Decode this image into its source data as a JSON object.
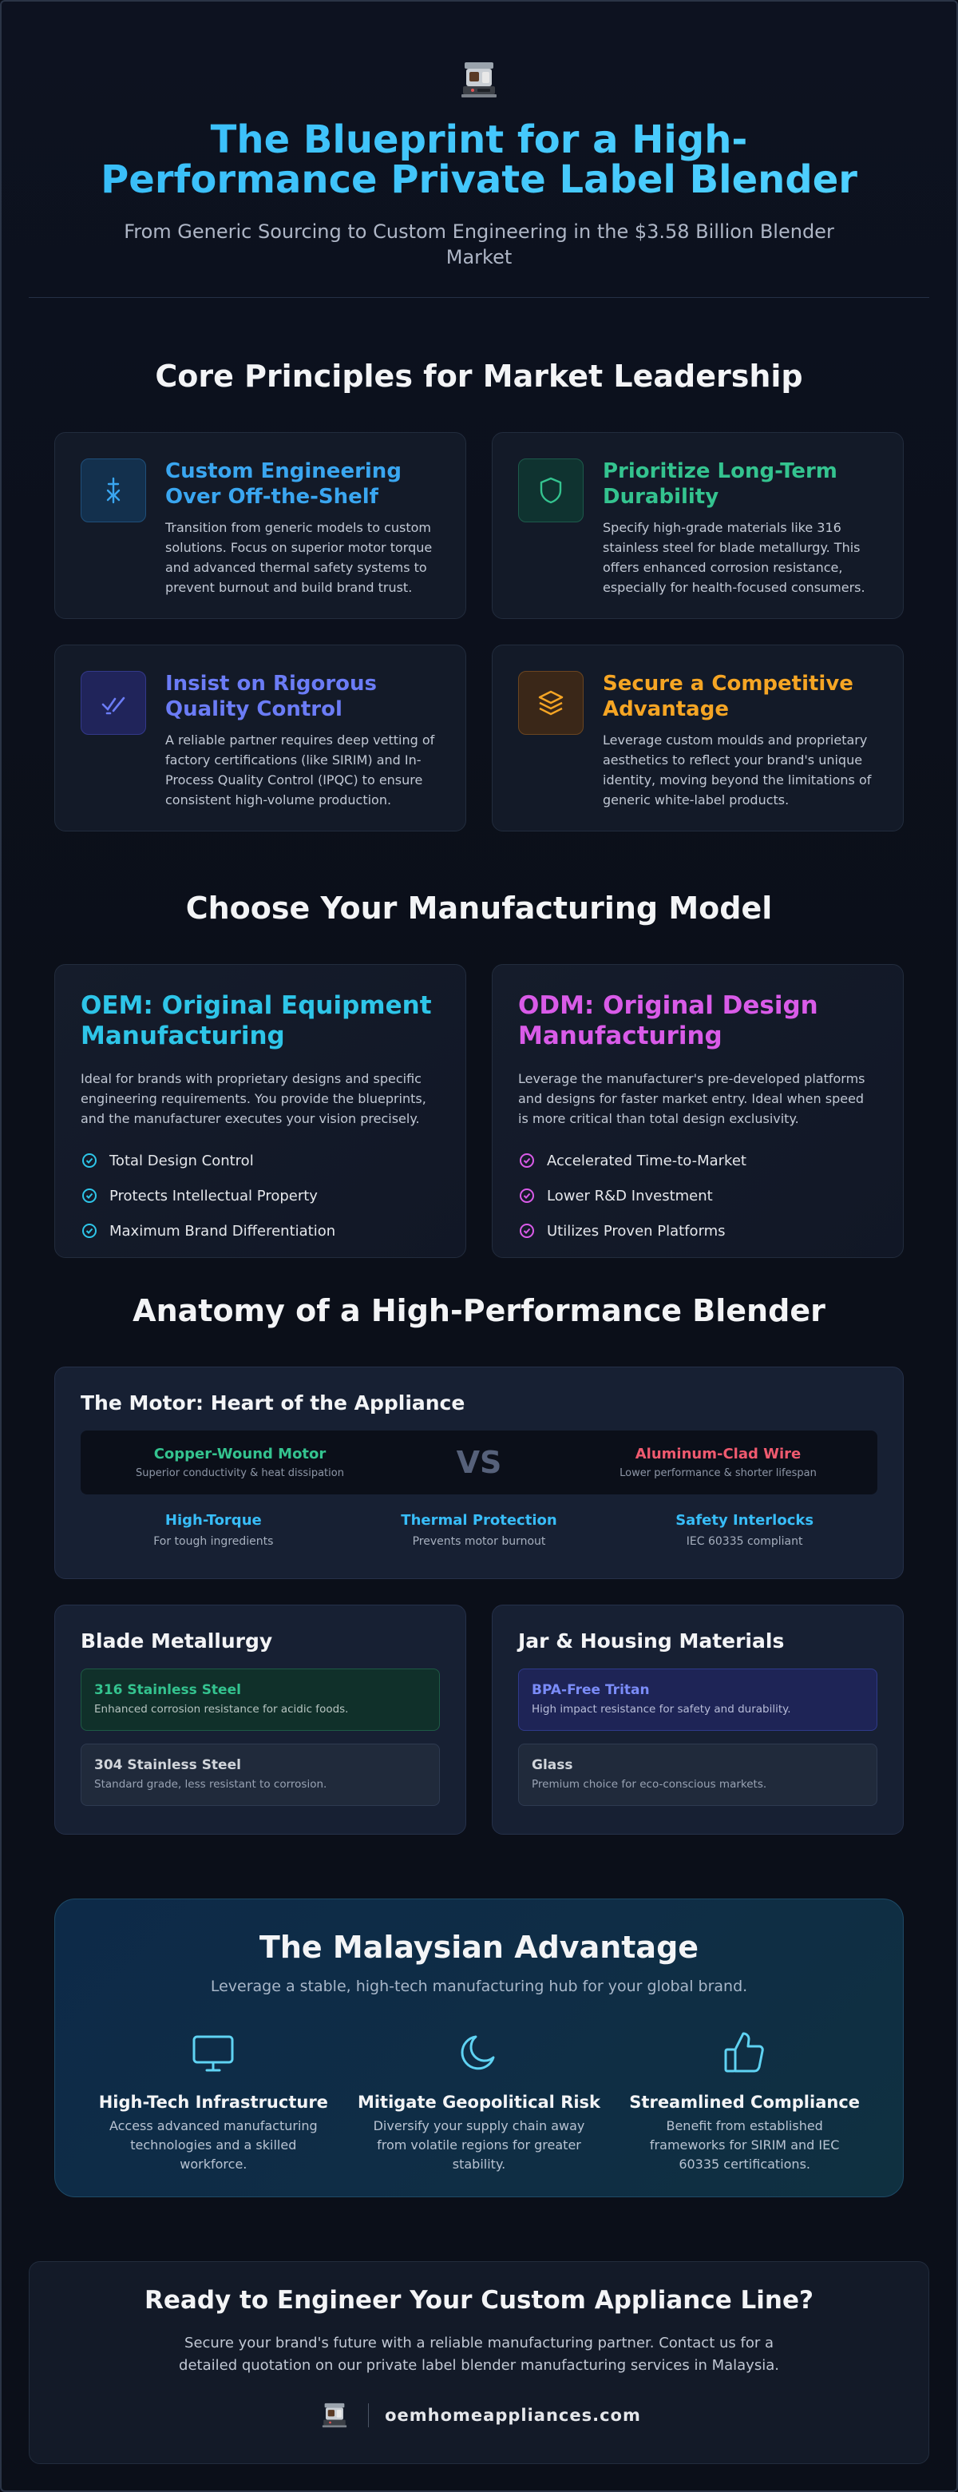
{
  "hero": {
    "title": "The Blueprint for a High-Performance Private Label Blender",
    "subtitle": "From Generic Sourcing to Custom Engineering in the $3.58 Billion Blender Market"
  },
  "principles": {
    "title": "Core Principles for Market Leadership",
    "cards": [
      {
        "title": "Custom Engineering Over Off-the-Shelf",
        "text": "Transition from generic models to custom solutions. Focus on superior motor torque and advanced thermal safety systems to prevent burnout and build brand trust.",
        "color": "#3aa6f0",
        "icon": "engineering-icon"
      },
      {
        "title": "Prioritize Long-Term Durability",
        "text": "Specify high-grade materials like 316 stainless steel for blade metallurgy. This offers enhanced corrosion resistance, especially for health-focused consumers.",
        "color": "#34c38f",
        "icon": "shield-icon"
      },
      {
        "title": "Insist on Rigorous Quality Control",
        "text": "A reliable partner requires deep vetting of factory certifications (like SIRIM) and In-Process Quality Control (IPQC) to ensure consistent high-volume production.",
        "color": "#6b7cf6",
        "icon": "check-pen-icon"
      },
      {
        "title": "Secure a Competitive Advantage",
        "text": "Leverage custom moulds and proprietary aesthetics to reflect your brand's unique identity, moving beyond the limitations of generic white-label products.",
        "color": "#f5a524",
        "icon": "layers-icon"
      }
    ]
  },
  "models": {
    "title": "Choose Your Manufacturing Model",
    "oem": {
      "title": "OEM: Original Equipment Manufacturing",
      "text": "Ideal for brands with proprietary designs and specific engineering requirements. You provide the blueprints, and the manufacturer executes your vision precisely.",
      "color": "#2ec5e8",
      "items": [
        "Total Design Control",
        "Protects Intellectual Property",
        "Maximum Brand Differentiation"
      ]
    },
    "odm": {
      "title": "ODM: Original Design Manufacturing",
      "text": "Leverage the manufacturer's pre-developed platforms and designs for faster market entry. Ideal when speed is more critical than total design exclusivity.",
      "color": "#d95be8",
      "items": [
        "Accelerated Time-to-Market",
        "Lower R&D Investment",
        "Utilizes Proven Platforms"
      ]
    }
  },
  "anatomy": {
    "title": "Anatomy of a High-Performance Blender",
    "motor": {
      "title": "The Motor: Heart of the Appliance",
      "left": {
        "title": "Copper-Wound Motor",
        "text": "Superior conductivity & heat dissipation"
      },
      "vs": "VS",
      "right": {
        "title": "Aluminum-Clad Wire",
        "text": "Lower performance & shorter lifespan"
      },
      "features": [
        {
          "title": "High-Torque",
          "text": "For tough ingredients"
        },
        {
          "title": "Thermal Protection",
          "text": "Prevents motor burnout"
        },
        {
          "title": "Safety Interlocks",
          "text": "IEC 60335 compliant"
        }
      ]
    },
    "blade": {
      "title": "Blade Metallurgy",
      "options": [
        {
          "title": "316 Stainless Steel",
          "text": "Enhanced corrosion resistance for acidic foods."
        },
        {
          "title": "304 Stainless Steel",
          "text": "Standard grade, less resistant to corrosion."
        }
      ]
    },
    "jar": {
      "title": "Jar & Housing Materials",
      "options": [
        {
          "title": "BPA-Free Tritan",
          "text": "High impact resistance for safety and durability."
        },
        {
          "title": "Glass",
          "text": "Premium choice for eco-conscious markets."
        }
      ]
    }
  },
  "advantage": {
    "title": "The Malaysian Advantage",
    "subtitle": "Leverage a stable, high-tech manufacturing hub for your global brand.",
    "items": [
      {
        "title": "High-Tech Infrastructure",
        "text": "Access advanced manufacturing technologies and a skilled workforce.",
        "icon": "monitor-icon"
      },
      {
        "title": "Mitigate Geopolitical Risk",
        "text": "Diversify your supply chain away from volatile regions for greater stability.",
        "icon": "moon-icon"
      },
      {
        "title": "Streamlined Compliance",
        "text": "Benefit from established frameworks for SIRIM and IEC 60335 certifications.",
        "icon": "thumbs-up-icon"
      }
    ]
  },
  "cta": {
    "title": "Ready to Engineer Your Custom Appliance Line?",
    "text": "Secure your brand's future with a reliable manufacturing partner. Contact us for a detailed quotation on our private label blender manufacturing services in Malaysia.",
    "site": "oemhomeappliances.com"
  },
  "colors": {
    "green": "#34c38f",
    "red": "#ef5a6f",
    "cyan": "#38bdf8",
    "advIcon": "#5fd3f3"
  }
}
